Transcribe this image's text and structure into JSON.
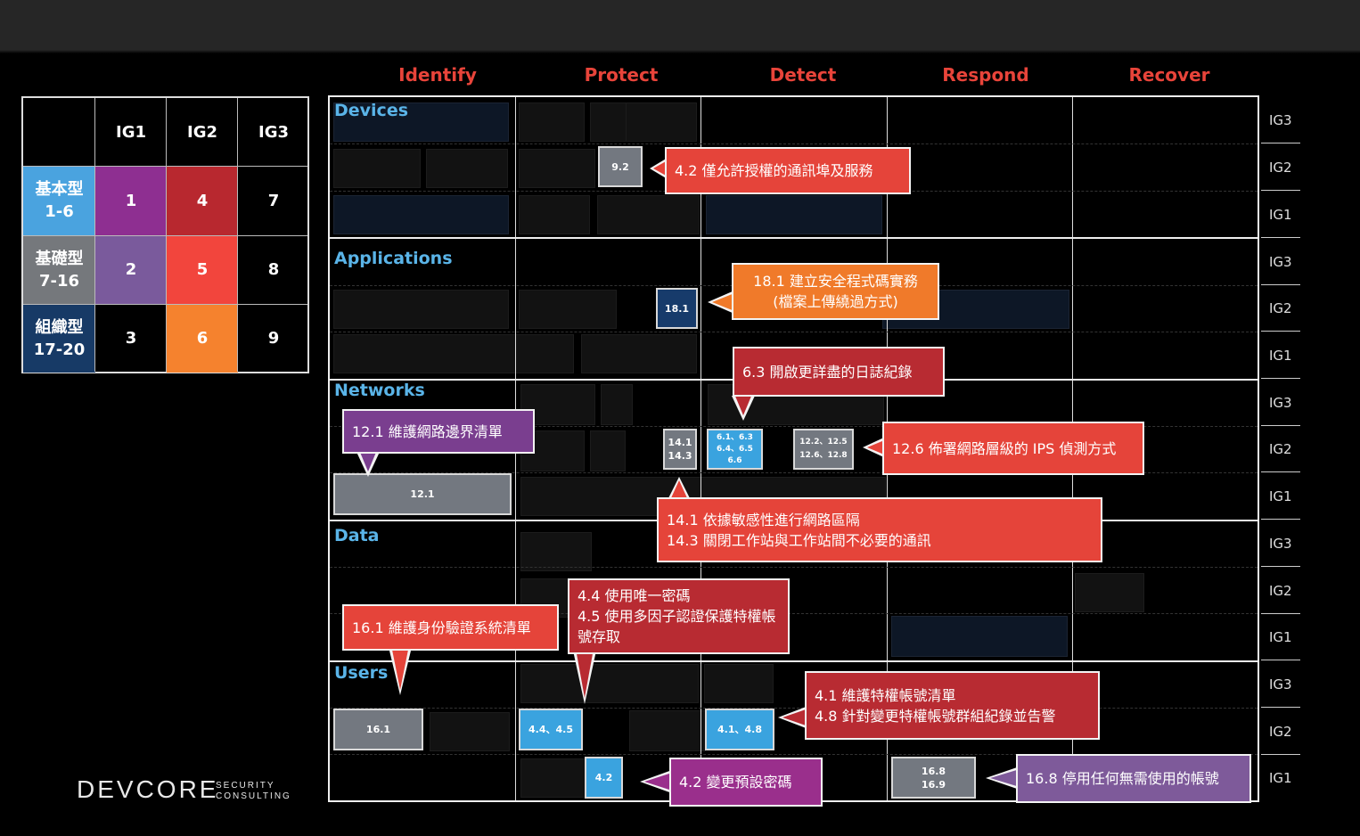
{
  "columns": [
    "Identify",
    "Protect",
    "Detect",
    "Respond",
    "Recover"
  ],
  "sections": [
    "Devices",
    "Applications",
    "Networks",
    "Data",
    "Users"
  ],
  "ig_labels": [
    "IG3",
    "IG2",
    "IG1",
    "IG3",
    "IG2",
    "IG1",
    "IG3",
    "IG2",
    "IG1",
    "IG3",
    "IG2",
    "IG1",
    "IG3",
    "IG2",
    "IG1"
  ],
  "legend": {
    "headers": [
      "IG1",
      "IG2",
      "IG3"
    ],
    "rows": [
      {
        "label_1": "基本型",
        "label_2": "1-6",
        "values": [
          "1",
          "4",
          "7"
        ]
      },
      {
        "label_1": "基礎型",
        "label_2": "7-16",
        "values": [
          "2",
          "5",
          "8"
        ]
      },
      {
        "label_1": "組織型",
        "label_2": "17-20",
        "values": [
          "3",
          "6",
          "9"
        ]
      }
    ],
    "colors": {
      "row1": "#4aa3df",
      "row2": "#75787c",
      "row3": "#173a66",
      "cell1": "#8e2f91",
      "cell4": "#b8282f",
      "cell2": "#7a5a9c",
      "cell5": "#f2453d",
      "cell6": "#f5822e"
    }
  },
  "boxes": {
    "b92": "9.2",
    "b181": "18.1",
    "b1413_1": "14.1",
    "b1413_2": "14.3",
    "b63_1": "6.1、6.3",
    "b63_2": "6.4、6.5",
    "b63_3": "6.6",
    "b1226_1": "12.2、12.5",
    "b1226_2": "12.6、12.8",
    "b121": "12.1",
    "b161": "16.1",
    "b4445": "4.4、4.5",
    "b4148": "4.1、4.8",
    "b42": "4.2",
    "b168_1": "16.8",
    "b168_2": "16.9"
  },
  "callouts": {
    "c42_ports": "4.2 僅允許授權的通訊埠及服務",
    "c181_1": "18.1 建立安全程式碼實務",
    "c181_2": "(檔案上傳繞過方式)",
    "c63": "6.3 開啟更詳盡的日誌紀錄",
    "c121": "12.1 維護網路邊界清單",
    "c126": "12.6 佈署網路層級的 IPS 偵測方式",
    "c1413_1": "14.1 依據敏感性進行網路區隔",
    "c1413_2": "14.3 關閉工作站與工作站間不必要的通訊",
    "c4445_1": "4.4 使用唯一密碼",
    "c4445_2": "4.5 使用多因子認證保護特權帳",
    "c4445_3": "號存取",
    "c161": "16.1 維護身份驗證系統清單",
    "c4148_1": "4.1 維護特權帳號清單",
    "c4148_2": "4.8 針對變更特權帳號群組紀錄並告警",
    "c42_pw": "4.2 變更預設密碼",
    "c168": "16.8 停用任何無需使用的帳號"
  },
  "logo": {
    "main": "DEVCORE",
    "sub_1": "SECURITY",
    "sub_2": "CONSULTING"
  }
}
